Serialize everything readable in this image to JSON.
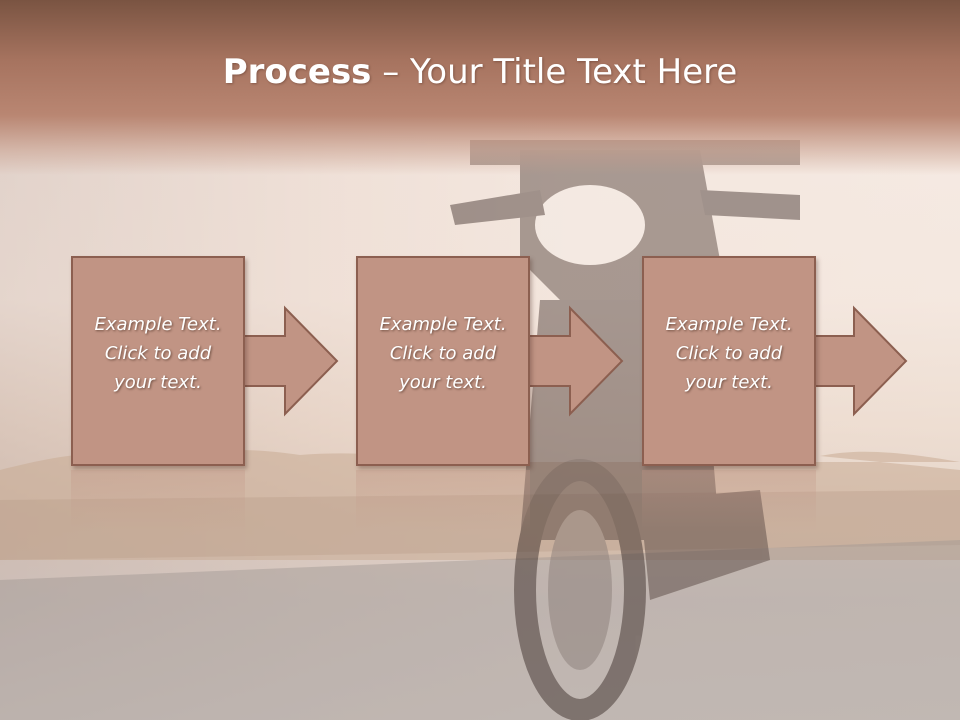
{
  "slide": {
    "title_bold": "Process",
    "title_rest": " – Your Title Text Here",
    "steps": [
      {
        "line1": "Example Text.",
        "line2": "Click  to add",
        "line3": "your text."
      },
      {
        "line1": "Example Text.",
        "line2": "Click  to add",
        "line3": "your text."
      },
      {
        "line1": "Example Text.",
        "line2": "Click  to add",
        "line3": "your text."
      }
    ]
  },
  "colors": {
    "title_band": "#a6735f",
    "step_fill": "#c19484",
    "step_border": "#8c5f50",
    "text": "#ffffff"
  },
  "icons": {
    "background": "motorcycle-on-road-photo",
    "step_shape": "right-arrow"
  }
}
